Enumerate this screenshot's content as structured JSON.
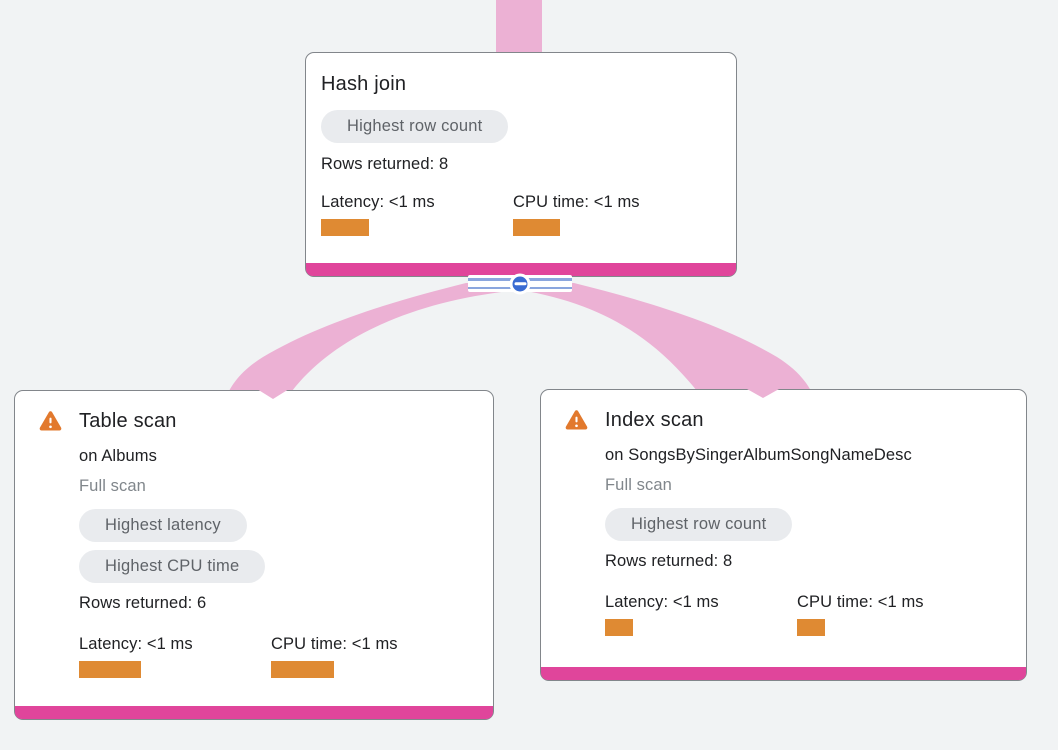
{
  "colors": {
    "background": "#f1f3f4",
    "edge_pink": "#ecb1d4",
    "accent_magenta": "#e0459b",
    "metric_bar_orange": "#df8a33",
    "collapse_button_blue": "#3a6bd2",
    "collapse_track_blue": "#8ba6de",
    "warning_orange": "#e2792d",
    "chip_background": "#e9ebee",
    "chip_text": "#5f6368",
    "text_primary": "#202124",
    "text_secondary": "#80868b"
  },
  "nodes": {
    "hash_join": {
      "title": "Hash join",
      "badges": [
        "Highest row count"
      ],
      "rows_returned": "Rows returned: 8",
      "latency_label": "Latency: <1 ms",
      "cpu_label": "CPU time: <1 ms"
    },
    "table_scan": {
      "title": "Table scan",
      "target": "on Albums",
      "scan_type": "Full scan",
      "badges": [
        "Highest latency",
        "Highest CPU time"
      ],
      "rows_returned": "Rows returned: 6",
      "latency_label": "Latency: <1 ms",
      "cpu_label": "CPU time: <1 ms"
    },
    "index_scan": {
      "title": "Index scan",
      "target": "on SongsBySingerAlbumSongNameDesc",
      "scan_type": "Full scan",
      "badges": [
        "Highest row count"
      ],
      "rows_returned": "Rows returned: 8",
      "latency_label": "Latency: <1 ms",
      "cpu_label": "CPU time: <1 ms"
    }
  }
}
